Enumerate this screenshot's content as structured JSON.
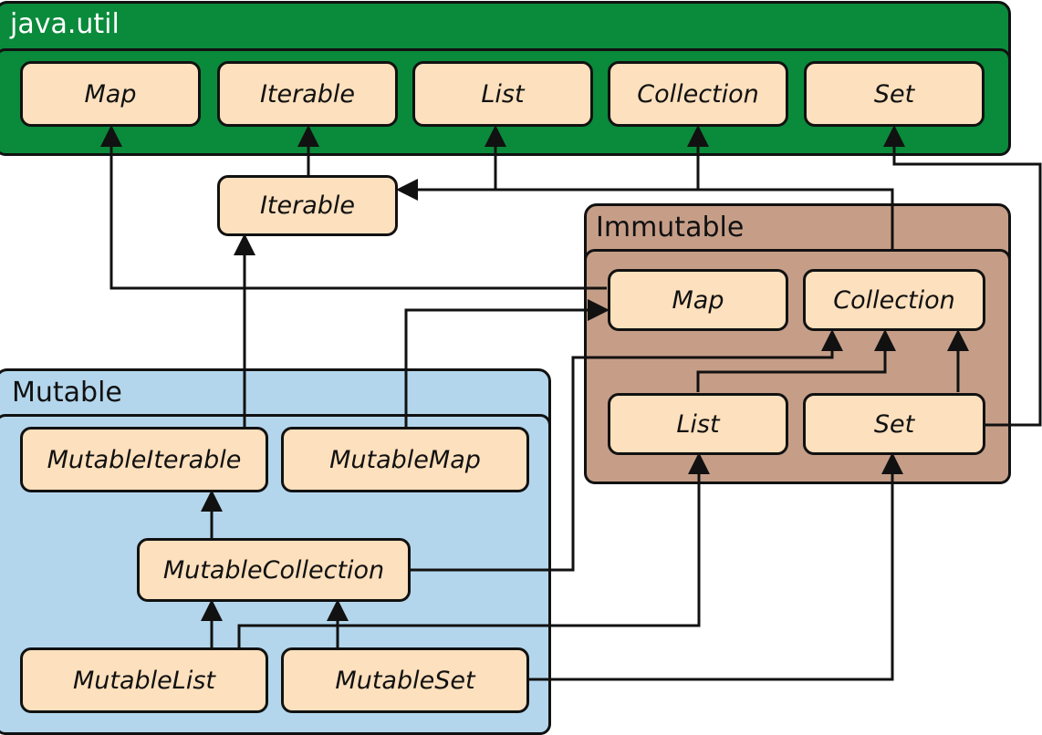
{
  "groups": {
    "java_util": "java.util",
    "immutable": "Immutable",
    "mutable": "Mutable"
  },
  "nodes": {
    "java_map": "Map",
    "java_iterable": "Iterable",
    "java_list": "List",
    "java_collection": "Collection",
    "java_set": "Set",
    "kotlin_iterable": "Iterable",
    "imm_map": "Map",
    "imm_collection": "Collection",
    "imm_list": "List",
    "imm_set": "Set",
    "mutable_iterable": "MutableIterable",
    "mutable_map": "MutableMap",
    "mutable_collection": "MutableCollection",
    "mutable_list": "MutableList",
    "mutable_set": "MutableSet"
  },
  "colors": {
    "java_util": "#0a8a3b",
    "immutable": "#c69e88",
    "mutable": "#b3d6ec",
    "node": "#fde0bd"
  }
}
